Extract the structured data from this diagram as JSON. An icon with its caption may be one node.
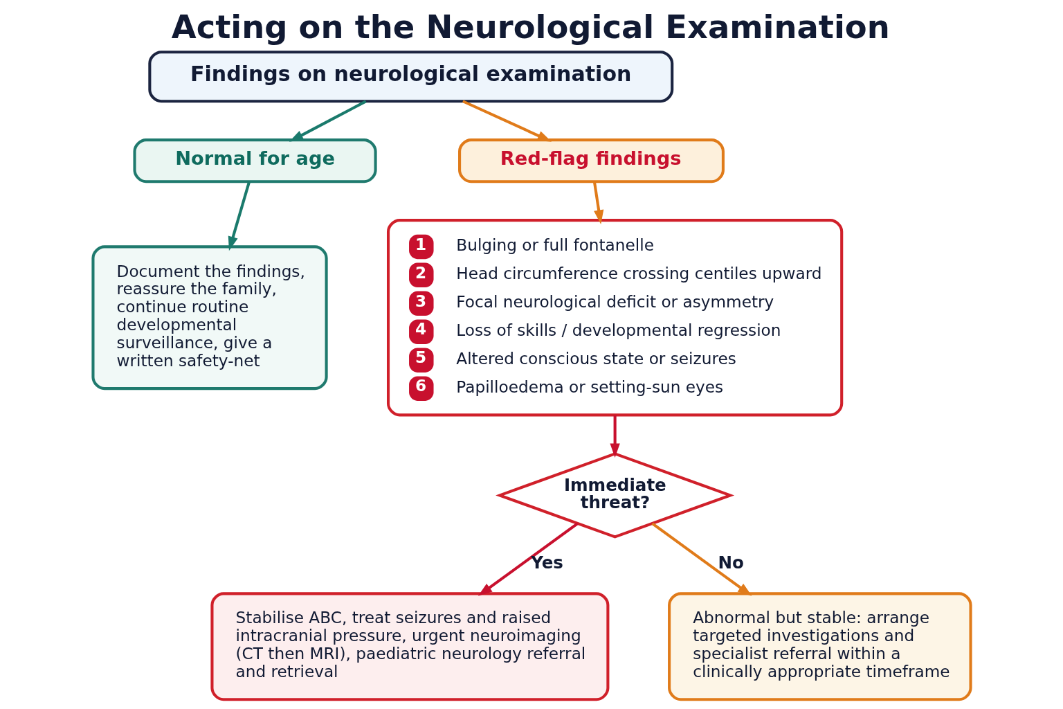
{
  "diagram": {
    "title": "Acting on the Neurological Examination",
    "nodes": [
      {
        "text": [
          "Findings on neurological examination"
        ]
      },
      {
        "text": [
          "Normal for age"
        ]
      },
      {
        "text": [
          "Red-flag findings"
        ]
      },
      {
        "text": [
          "Document the findings, reassure the family, continue routine developmental surveillance, give a written safety-net"
        ]
      },
      {
        "text": [
          "1",
          "Bulging or full fontanelle",
          "2",
          "Head circumference crossing centiles upward",
          "3",
          "Focal neurological deficit or asymmetry",
          "4",
          "Loss of skills / developmental regression",
          "5",
          "Altered conscious state or seizures",
          "6",
          "Papilloedema or setting-sun eyes"
        ]
      },
      {
        "text": [
          "Immediate threat?"
        ]
      },
      {
        "text": [
          "Stabilise ABC, treat seizures and raised intracranial pressure, urgent neuroimaging (CT then MRI), paediatric neurology referral and retrieval"
        ]
      },
      {
        "text": [
          "Abnormal but stable: arrange targeted investigations and specialist referral within a clinically appropriate timeframe"
        ]
      }
    ],
    "edges": [
      {
        "from": 0,
        "to": 1,
        "arrow": "to",
        "color": "#1a7a6c"
      },
      {
        "from": 0,
        "to": 2,
        "arrow": "to"
      },
      {
        "from": 1,
        "to": 3,
        "arrow": "to",
        "color": "#1a7a6c"
      },
      {
        "from": 2,
        "to": 4,
        "arrow": "to"
      },
      {
        "from": 4,
        "to": 5,
        "arrow": "to",
        "color": "#c8102e"
      },
      {
        "from": 5,
        "to": 6,
        "arrow": "to",
        "label": "Yes",
        "color": "#c8102e"
      },
      {
        "from": 5,
        "to": 7,
        "arrow": "to",
        "label": "No"
      }
    ]
  }
}
